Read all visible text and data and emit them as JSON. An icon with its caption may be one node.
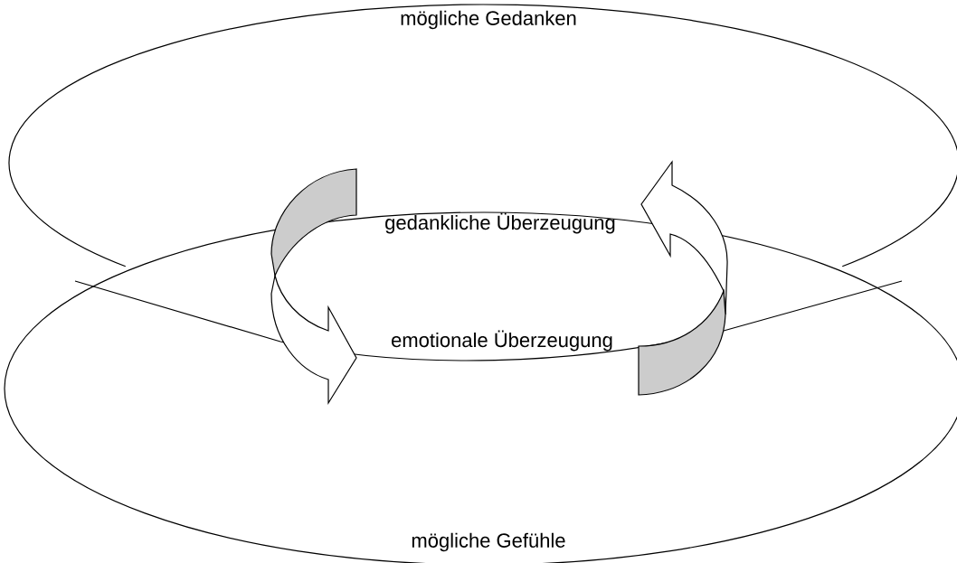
{
  "diagram": {
    "nodes": [
      {
        "text": [
          "mögliche Gedanken"
        ]
      },
      {
        "text": [
          "mögliche Gefühle"
        ]
      },
      {
        "text": [
          "gedankliche Überzeugung"
        ]
      },
      {
        "text": [
          "emotionale Überzeugung"
        ],
        "in": 1
      }
    ],
    "edges": [
      {
        "from": 2,
        "to": 3,
        "arrow": "to"
      },
      {
        "from": 3,
        "to": 2,
        "arrow": "to"
      }
    ]
  }
}
